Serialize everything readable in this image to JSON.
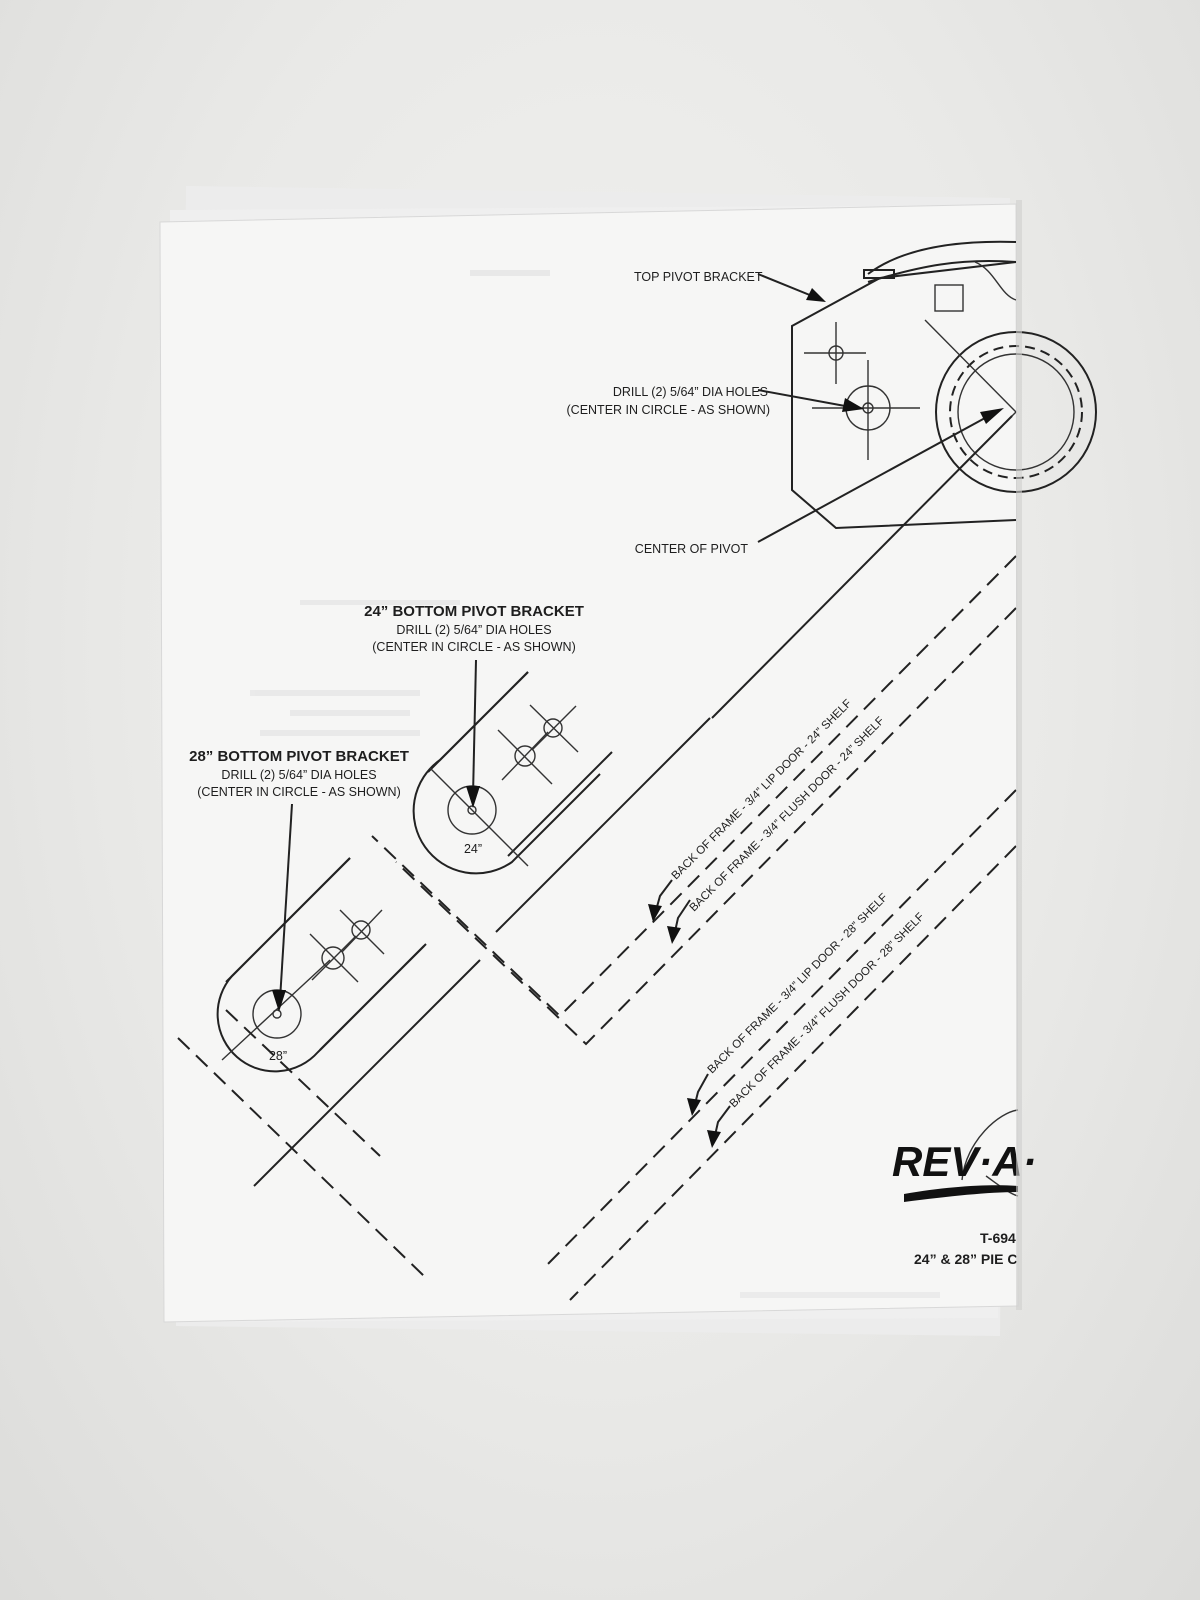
{
  "callouts": {
    "top_pivot_bracket": "TOP PIVOT BRACKET",
    "drill_holes_line1": "DRILL (2) 5/64” DIA HOLES",
    "drill_holes_line2": "(CENTER IN CIRCLE - AS SHOWN)",
    "center_of_pivot": "CENTER OF PIVOT"
  },
  "bracket_24": {
    "title": "24” BOTTOM PIVOT BRACKET",
    "line1": "DRILL (2) 5/64” DIA HOLES",
    "line2": "(CENTER IN CIRCLE - AS SHOWN)",
    "size_label": "24”"
  },
  "bracket_28": {
    "title": "28” BOTTOM PIVOT BRACKET",
    "line1": "DRILL (2) 5/64” DIA HOLES",
    "line2": "(CENTER IN CIRCLE - AS SHOWN)",
    "size_label": "28”"
  },
  "guides": {
    "lip_24": "BACK OF FRAME - 3/4” LIP DOOR - 24” SHELF",
    "flush_24": "BACK OF FRAME - 3/4” FLUSH DOOR - 24” SHELF",
    "lip_28": "BACK OF FRAME - 3/4” LIP DOOR - 28” SHELF",
    "flush_28": "BACK OF FRAME - 3/4” FLUSH DOOR - 28” SHELF"
  },
  "brand": {
    "logo_text": "REV·A·",
    "part_number": "T-694",
    "subtitle": "24” & 28” PIE C"
  }
}
